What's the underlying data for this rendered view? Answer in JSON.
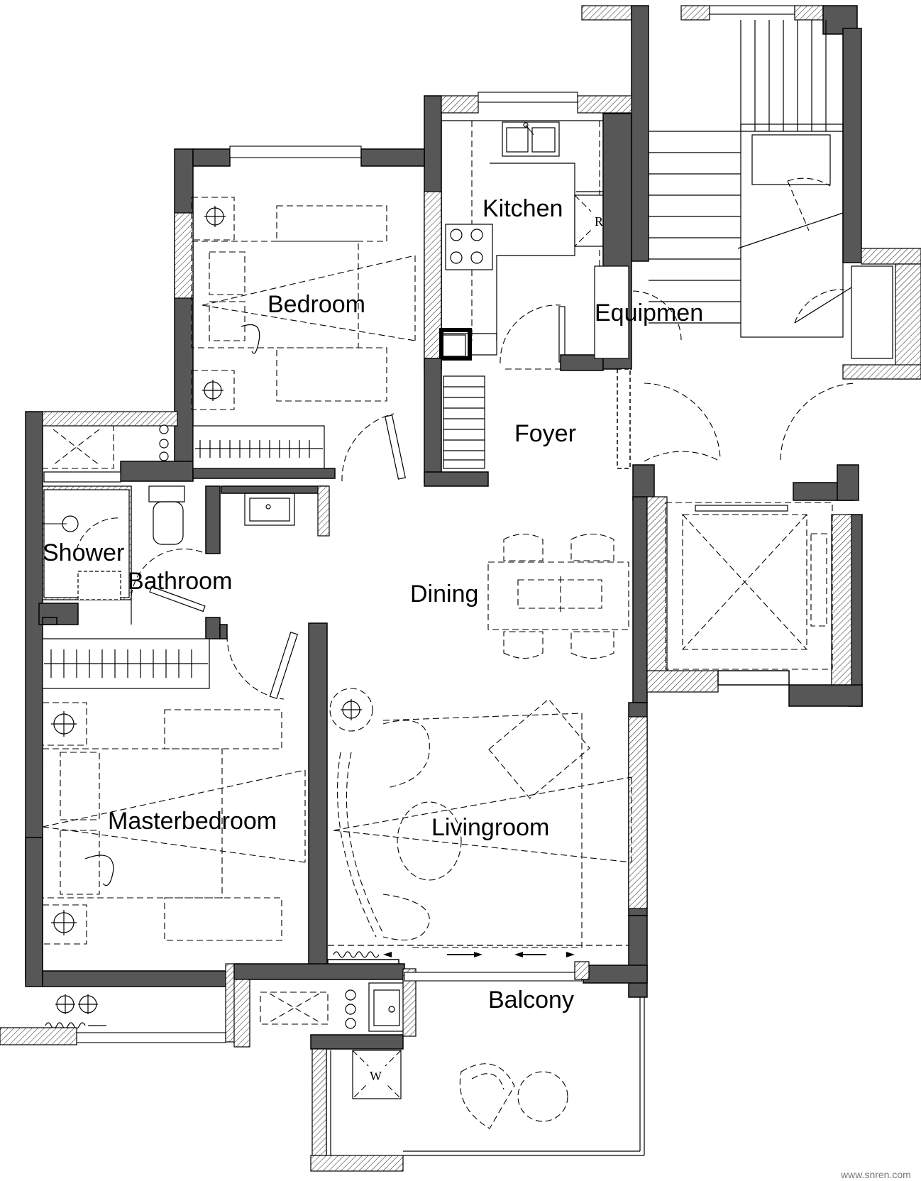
{
  "rooms": {
    "kitchen": "Kitchen",
    "bedroom": "Bedroom",
    "equipment": "Equipmen",
    "foyer": "Foyer",
    "shower": "Shower",
    "bathroom": "Bathroom",
    "dining": "Dining",
    "masterbedroom": "Masterbedroom",
    "livingroom": "Livingroom",
    "balcony": "Balcony"
  },
  "symbols": {
    "refrigerator": "R",
    "washer": "W"
  },
  "watermark": "www.snren.com"
}
